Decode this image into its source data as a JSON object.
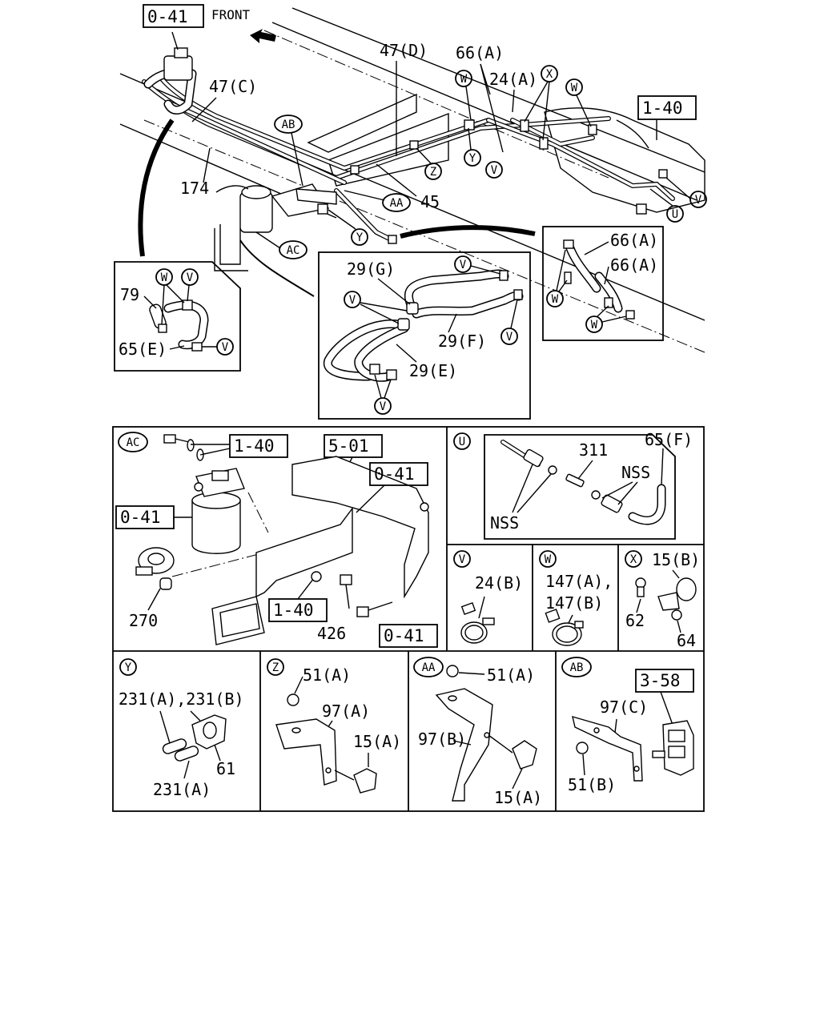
{
  "top_view": {
    "front_label": "FRONT",
    "refs": {
      "r1": "0-41",
      "r2": "1-40"
    },
    "callouts": {
      "c47C": "47(C)",
      "c47D": "47(D)",
      "c66A": "66(A)",
      "c24A": "24(A)",
      "c174": "174",
      "c45": "45",
      "cAB": "AB",
      "cAA": "AA",
      "cAC": "AC",
      "cY1": "Y",
      "cY2": "Y",
      "cZ": "Z",
      "cV1": "V",
      "cV2": "V",
      "cW1": "W",
      "cW2": "W",
      "cX": "X",
      "cU": "U"
    }
  },
  "inset_left": {
    "callouts": {
      "c79": "79",
      "c65E": "65(E)",
      "cW": "W",
      "cV1": "V",
      "cV2": "V"
    }
  },
  "inset_mid": {
    "callouts": {
      "c29G": "29(G)",
      "c29F": "29(F)",
      "c29E": "29(E)",
      "cV1": "V",
      "cV2": "V",
      "cV3": "V",
      "cV4": "V"
    }
  },
  "inset_right": {
    "callouts": {
      "c66A1": "66(A)",
      "c66A2": "66(A)",
      "cW1": "W",
      "cW2": "W"
    }
  },
  "detail_AC": {
    "tag": "AC",
    "refs": {
      "r1": "1-40",
      "r2": "5-01",
      "r3": "0-41",
      "r4": "0-41",
      "r5": "1-40",
      "r6": "0-41"
    },
    "callouts": {
      "c270": "270",
      "c426": "426"
    }
  },
  "detail_U": {
    "tag": "U",
    "callouts": {
      "c65F": "65(F)",
      "c311": "311",
      "cNSS1": "NSS",
      "cNSS2": "NSS"
    }
  },
  "detail_V": {
    "tag": "V",
    "callouts": {
      "c24B": "24(B)"
    }
  },
  "detail_W": {
    "tag": "W",
    "callouts": {
      "c147A": "147(A),",
      "c147B": "147(B)"
    }
  },
  "detail_X": {
    "tag": "X",
    "callouts": {
      "c15B": "15(B)",
      "c62": "62",
      "c64": "64"
    }
  },
  "detail_Y": {
    "tag": "Y",
    "callouts": {
      "c231AB": "231(A),231(B)",
      "c61": "61",
      "c231A": "231(A)"
    }
  },
  "detail_Z": {
    "tag": "Z",
    "callouts": {
      "c51A": "51(A)",
      "c97A": "97(A)",
      "c15A": "15(A)"
    }
  },
  "detail_AA": {
    "tag": "AA",
    "callouts": {
      "c51A": "51(A)",
      "c97B": "97(B)",
      "c15A": "15(A)"
    }
  },
  "detail_AB": {
    "tag": "AB",
    "refs": {
      "r1": "3-58"
    },
    "callouts": {
      "c97C": "97(C)",
      "c51B": "51(B)"
    }
  }
}
